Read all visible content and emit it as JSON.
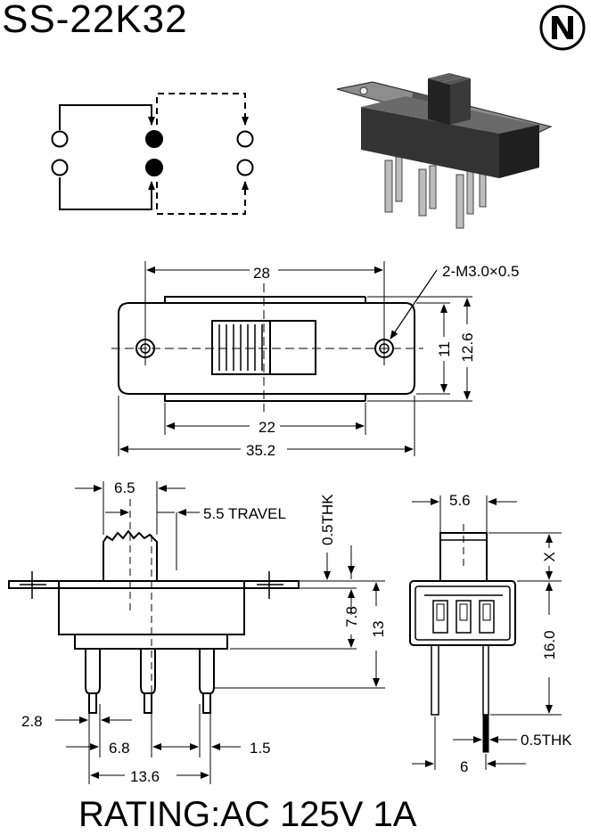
{
  "title": "SS-22K32",
  "rating": "RATING:AC 125V 1A",
  "logo_letter": "N",
  "top_view": {
    "dim_mounting": "28",
    "dim_hole": "2-M3.0×0.5",
    "dim_inner_height": "11",
    "dim_outer_height": "12.6",
    "dim_body_length": "22",
    "dim_total_length": "35.2"
  },
  "side_view": {
    "dim_knob_width": "6.5",
    "dim_travel": "5.5 TRAVEL",
    "dim_plate": "0.5THK",
    "dim_body_height": "7.8",
    "dim_total_height": "13",
    "dim_pin_width": "2.8",
    "dim_pin_pitch": "6.8",
    "dim_pin_thk": "1.5",
    "dim_pin_span": "13.6"
  },
  "end_view": {
    "dim_knob": "5.6",
    "dim_x": "X",
    "dim_height": "16.0",
    "dim_pin_thk": "0.5THK",
    "dim_width": "6"
  }
}
